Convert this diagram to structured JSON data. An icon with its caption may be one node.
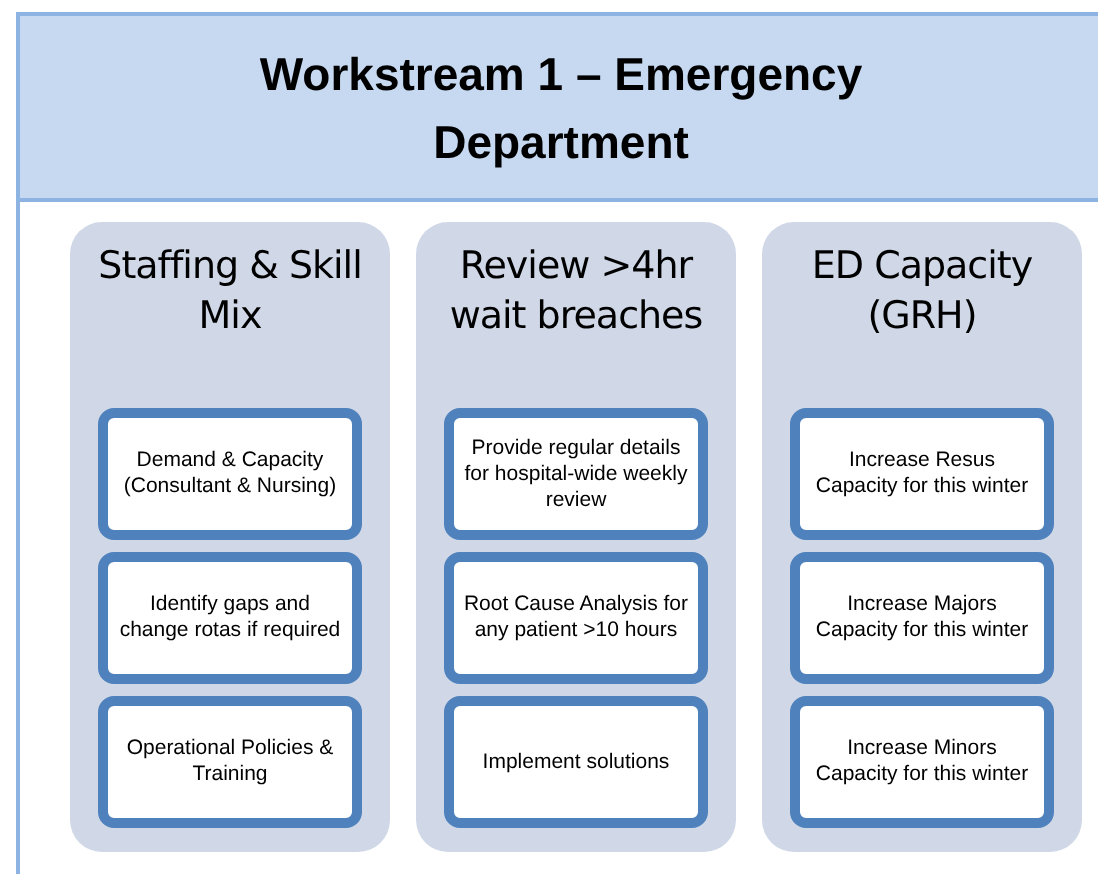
{
  "diagram": {
    "title": "Workstream 1 – Emergency Department",
    "nodes": [
      {
        "text": [
          "Staffing & Skill Mix"
        ]
      },
      {
        "text": [
          "Demand & Capacity (Consultant & Nursing)"
        ],
        "in": 0
      },
      {
        "text": [
          "Identify gaps and change rotas if required"
        ],
        "in": 0
      },
      {
        "text": [
          "Operational Policies & Training"
        ],
        "in": 0
      },
      {
        "text": [
          "Review >4hr wait breaches"
        ]
      },
      {
        "text": [
          "Provide regular details for hospital-wide weekly review"
        ],
        "in": 4
      },
      {
        "text": [
          "Root Cause Analysis for any patient >10 hours"
        ],
        "in": 4
      },
      {
        "text": [
          "Implement solutions"
        ],
        "in": 4
      },
      {
        "text": [
          "ED Capacity (GRH)"
        ]
      },
      {
        "text": [
          "Increase Resus Capacity for this winter"
        ],
        "in": 8
      },
      {
        "text": [
          "Increase Majors Capacity for this winter"
        ],
        "in": 8
      },
      {
        "text": [
          "Increase Minors Capacity for this winter"
        ],
        "in": 8
      }
    ]
  }
}
